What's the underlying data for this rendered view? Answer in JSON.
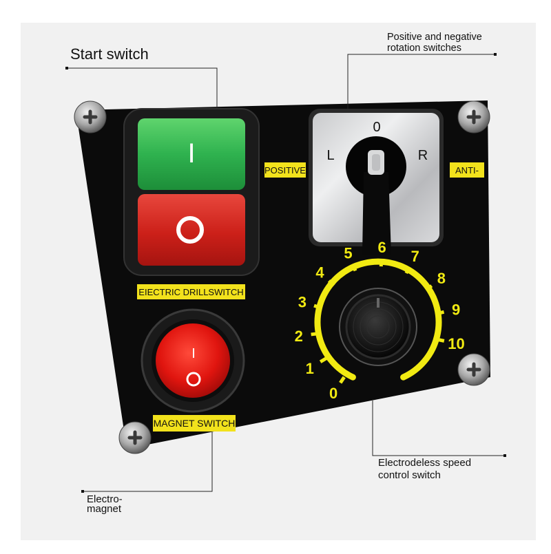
{
  "callouts": {
    "start_switch": "Start switch",
    "rotation_line1": "Positive and negative",
    "rotation_line2": "rotation switches",
    "speed_line1": "Electrodeless speed",
    "speed_line2": "control switch",
    "magnet_line1": "Electro-",
    "magnet_line2": "magnet"
  },
  "panel_labels": {
    "positive": "POSITIVE",
    "anti": "ANTI-",
    "drill_switch": "EIECTRIC DRILLSWITCH",
    "magnet_switch": "MAGNET SWITCH"
  },
  "buttons": {
    "start_symbol": "I",
    "stop_symbol": "O",
    "rocker_on": "I",
    "rocker_off": "O"
  },
  "rotary_switch": {
    "left": "L",
    "center": "0",
    "right": "R"
  },
  "speed_dial": {
    "ticks": [
      "0",
      "1",
      "2",
      "3",
      "4",
      "5",
      "6",
      "7",
      "8",
      "9",
      "10"
    ]
  },
  "colors": {
    "panel": "#0b0b0b",
    "label_bg": "#f2e21c",
    "green": "#2fb24f",
    "red": "#d2241f",
    "dial_yellow": "#f1ea12"
  }
}
